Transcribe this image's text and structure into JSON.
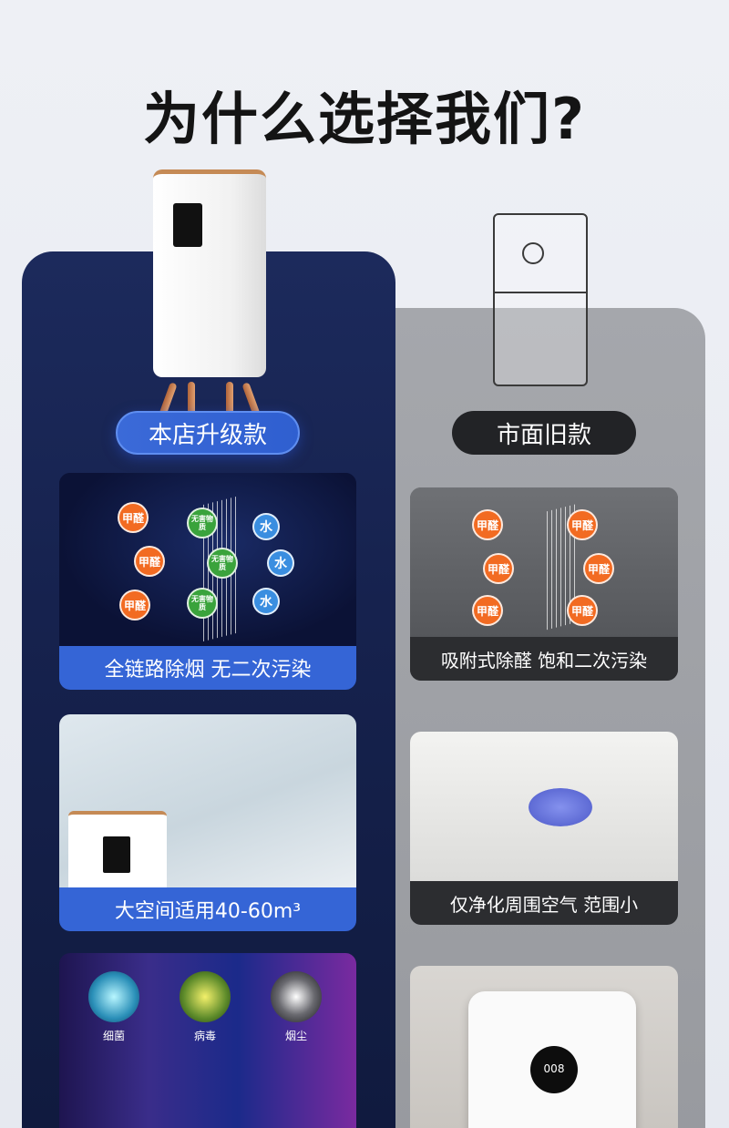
{
  "title": "为什么选择我们?",
  "left_label": "本店升级款",
  "right_label": "市面旧款",
  "left_cards": [
    {
      "caption": "全链路除烟 无二次污染"
    },
    {
      "caption": "大空间适用40-60m³"
    },
    {
      "germs": [
        "细菌",
        "病毒",
        "烟尘"
      ]
    }
  ],
  "right_cards": [
    {
      "caption": "吸附式除醛 饱和二次污染"
    },
    {
      "caption": "仅净化周围空气 范围小"
    },
    {
      "display": "008"
    }
  ],
  "molecules": {
    "formaldehyde": "甲醛",
    "harmless": "无害物质",
    "water": "水"
  },
  "colors": {
    "left_panel": "#1c2a5c",
    "accent_blue": "#3565d6",
    "formaldehyde": "#f26b22",
    "harmless": "#3aa33c",
    "water": "#3a8ee0",
    "right_caption": "#2c2d30"
  }
}
